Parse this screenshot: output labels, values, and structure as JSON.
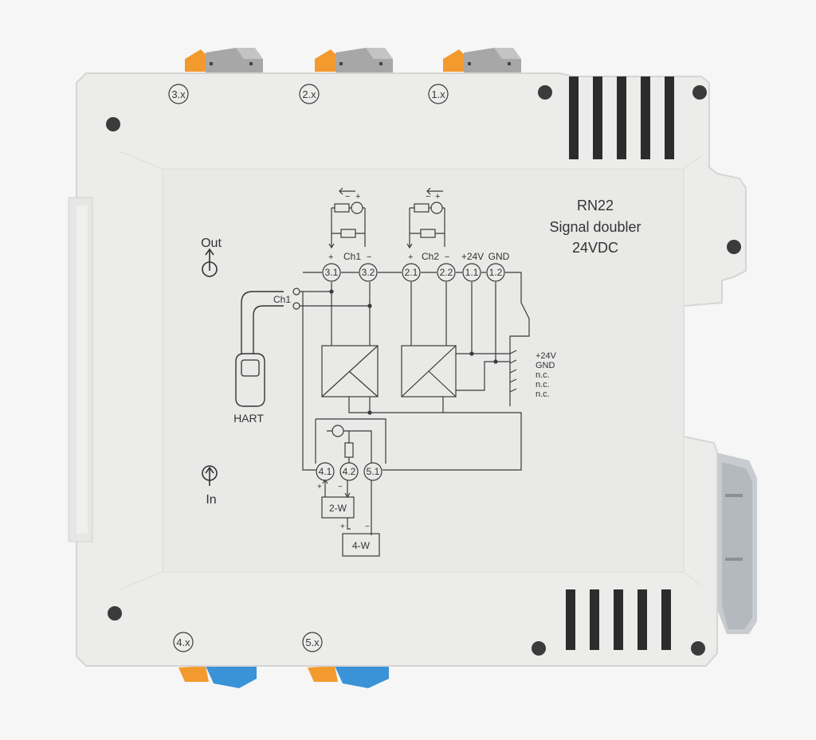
{
  "product": {
    "model": "RN22",
    "name": "Signal doubler",
    "voltage": "24VDC"
  },
  "terminal_blocks": {
    "top": [
      "3.x",
      "2.x",
      "1.x"
    ],
    "bottom": [
      "4.x",
      "5.x"
    ]
  },
  "labels": {
    "out": "Out",
    "in": "In",
    "hart": "HART",
    "ch1": "Ch1",
    "ch2": "Ch2",
    "ch1_link": "Ch1",
    "plus_24v": "+24V",
    "gnd": "GND",
    "plus": "+",
    "minus": "−"
  },
  "terminals": {
    "top": [
      "3.1",
      "3.2",
      "2.1",
      "2.2",
      "1.1",
      "1.2"
    ],
    "bottom": [
      "4.1",
      "4.2",
      "5.1"
    ]
  },
  "bus_labels": [
    "+24V",
    "GND",
    "n.c.",
    "n.c.",
    "n.c."
  ],
  "sensor_boxes": {
    "two_wire": "2-W",
    "four_wire": "4-W"
  },
  "colors": {
    "housing": "#ececeb",
    "housing_shadow": "#d9d9d8",
    "connector_orange": "#f39a2e",
    "connector_grey": "#9b9b9b",
    "connector_blue": "#3a93d6",
    "print": "#3a3a3a",
    "background": "#f6f6f6"
  }
}
